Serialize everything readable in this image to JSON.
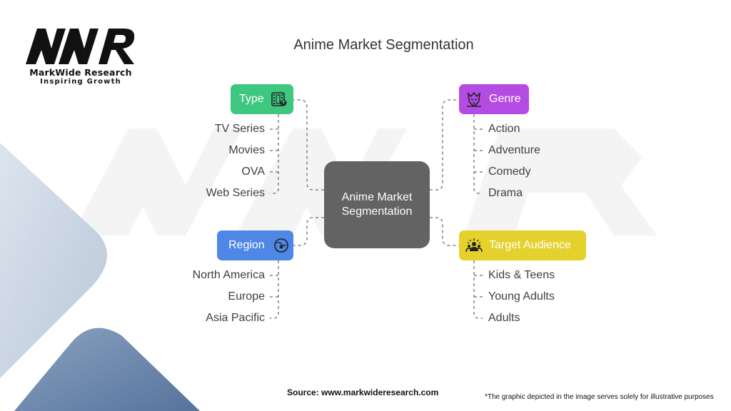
{
  "logo": {
    "mark": "MWR",
    "name": "MarkWide Research",
    "tagline": "Inspiring Growth"
  },
  "title": "Anime Market Segmentation",
  "center": {
    "line1": "Anime Market",
    "line2": "Segmentation"
  },
  "categories": {
    "type": {
      "label": "Type",
      "icon": "film-icon",
      "color": "#3ec77e",
      "items": [
        "TV Series",
        "Movies",
        "OVA",
        "Web Series"
      ]
    },
    "genre": {
      "label": "Genre",
      "icon": "mask-icon",
      "color": "#b44ce3",
      "items": [
        "Action",
        "Adventure",
        "Comedy",
        "Drama"
      ]
    },
    "region": {
      "label": "Region",
      "icon": "globe-icon",
      "color": "#4f87e6",
      "items": [
        "North America",
        "Europe",
        "Asia Pacific"
      ]
    },
    "audience": {
      "label": "Target Audience",
      "icon": "audience-icon",
      "color": "#e4d12d",
      "items": [
        "Kids & Teens",
        "Young Adults",
        "Adults"
      ]
    }
  },
  "footer": {
    "source": "Source: www.markwideresearch.com",
    "note": "*The graphic depicted in the image serves solely for illustrative purposes"
  }
}
